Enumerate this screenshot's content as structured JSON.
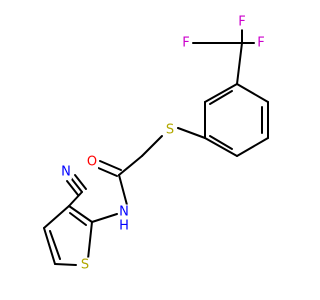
{
  "colors": {
    "carbon_bond": "#000000",
    "nitrogen": "#0000ff",
    "oxygen": "#ff0000",
    "sulfur": "#b2a800",
    "fluorine": "#cc00cc",
    "background": "#ffffff"
  },
  "atoms": {
    "F_top": "F",
    "F_left": "F",
    "F_right": "F",
    "S_thioether": "S",
    "O_carbonyl": "O",
    "N_amide": "N",
    "H_amide": "H",
    "N_nitrile": "N",
    "S_thiophene": "S"
  }
}
